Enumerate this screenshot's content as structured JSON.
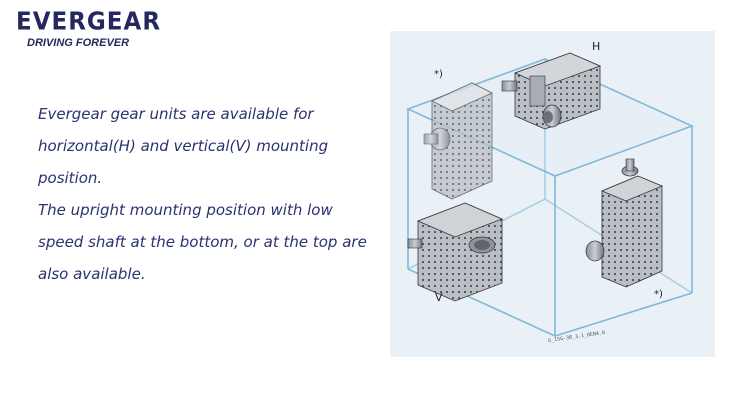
{
  "brand": {
    "name": "EVERGEAR",
    "tagline": "DRIVING FOREVER"
  },
  "description": {
    "line1": "Evergear gear units are available for",
    "line2": "horizontal(H) and vertical(V) mounting",
    "line3": "position.",
    "line4": "The upright mounting position with low",
    "line5": "speed shaft at the bottom, or at the top are",
    "line6": "also available."
  },
  "figure": {
    "label_h": "H",
    "label_v": "V",
    "note_top": "*)",
    "note_bottom": "*)",
    "caption": "G_1SG-3B_3.1_0EN4.0"
  },
  "colors": {
    "brand": "#23295e",
    "text": "#2a3270",
    "figure_bg": "#eaf1f6",
    "cube_edge": "#7fb8d8"
  }
}
